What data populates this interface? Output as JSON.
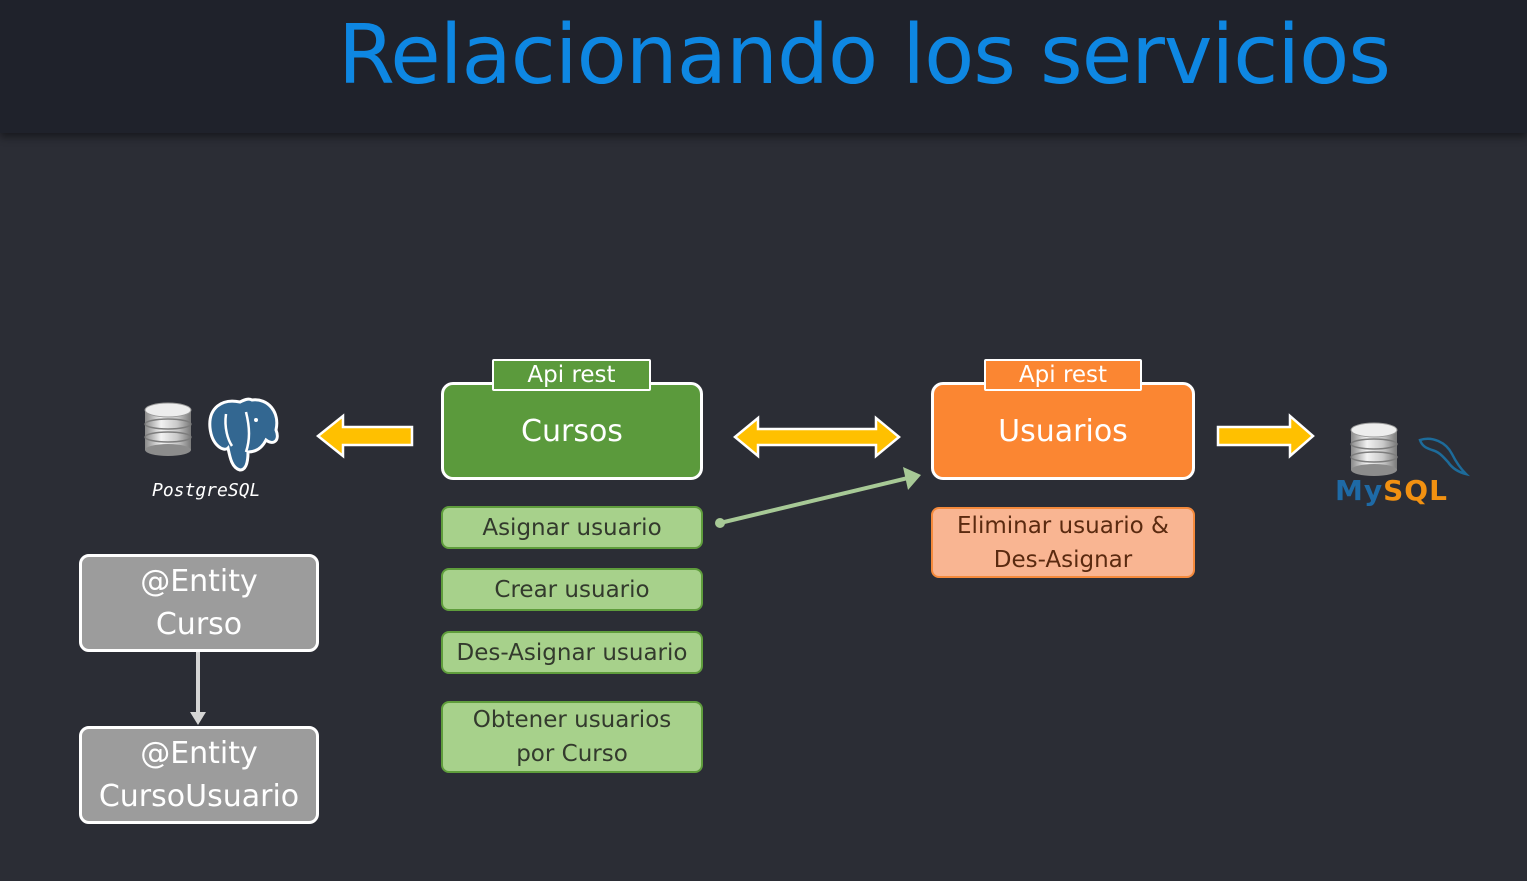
{
  "title": "Relacionando los servicios",
  "services": {
    "cursos": {
      "tag": "Api rest",
      "name": "Cursos"
    },
    "usuarios": {
      "tag": "Api rest",
      "name": "Usuarios"
    }
  },
  "cursos_operations": [
    "Asignar usuario",
    "Crear usuario",
    "Des-Asignar usuario",
    "Obtener usuarios\npor Curso"
  ],
  "usuarios_operations": [
    "Eliminar usuario &\nDes-Asignar"
  ],
  "entities": [
    {
      "annotation": "@Entity",
      "name": "Curso"
    },
    {
      "annotation": "@Entity",
      "name": "CursoUsuario"
    }
  ],
  "databases": {
    "left_label": "PostgreSQL",
    "right_logo_text": "MySQL"
  },
  "colors": {
    "title": "#0e87e2",
    "cursos": "#5b9a3c",
    "usuarios": "#fb8632",
    "arrow": "#ffc000",
    "entity": "#9c9c9c"
  }
}
